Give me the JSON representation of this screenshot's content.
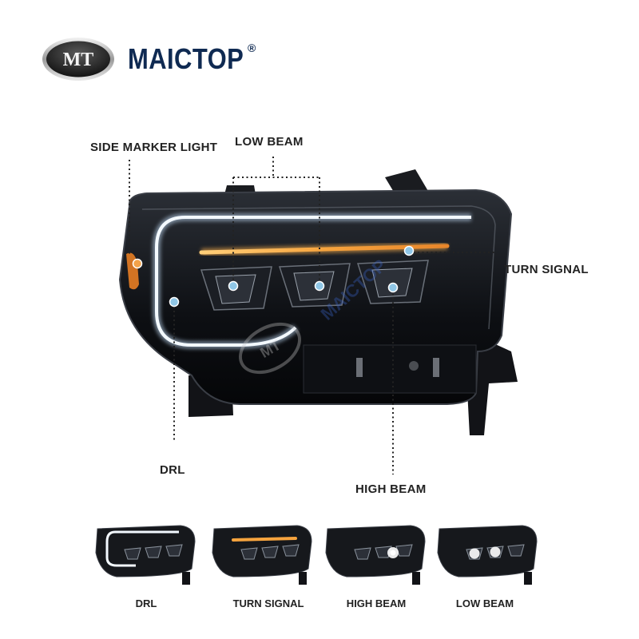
{
  "brand": {
    "logo_letters": "MT",
    "name": "MAICTOP",
    "registered_mark": "®"
  },
  "callouts": {
    "side_marker": "SIDE MARKER LIGHT",
    "low_beam": "LOW BEAM",
    "turn_signal": "TURN SIGNAL",
    "drl": "DRL",
    "high_beam": "HIGH BEAM"
  },
  "watermark": "MAICTOP",
  "modes": [
    {
      "label": "DRL"
    },
    {
      "label": "TURN SIGNAL"
    },
    {
      "label": "HIGH BEAM"
    },
    {
      "label": "LOW BEAM"
    }
  ],
  "colors": {
    "brand_navy": "#0f2a52",
    "callout_dot": "#8fc6e6",
    "amber": "#f3a24a",
    "drl_white": "#e8f4ff"
  }
}
